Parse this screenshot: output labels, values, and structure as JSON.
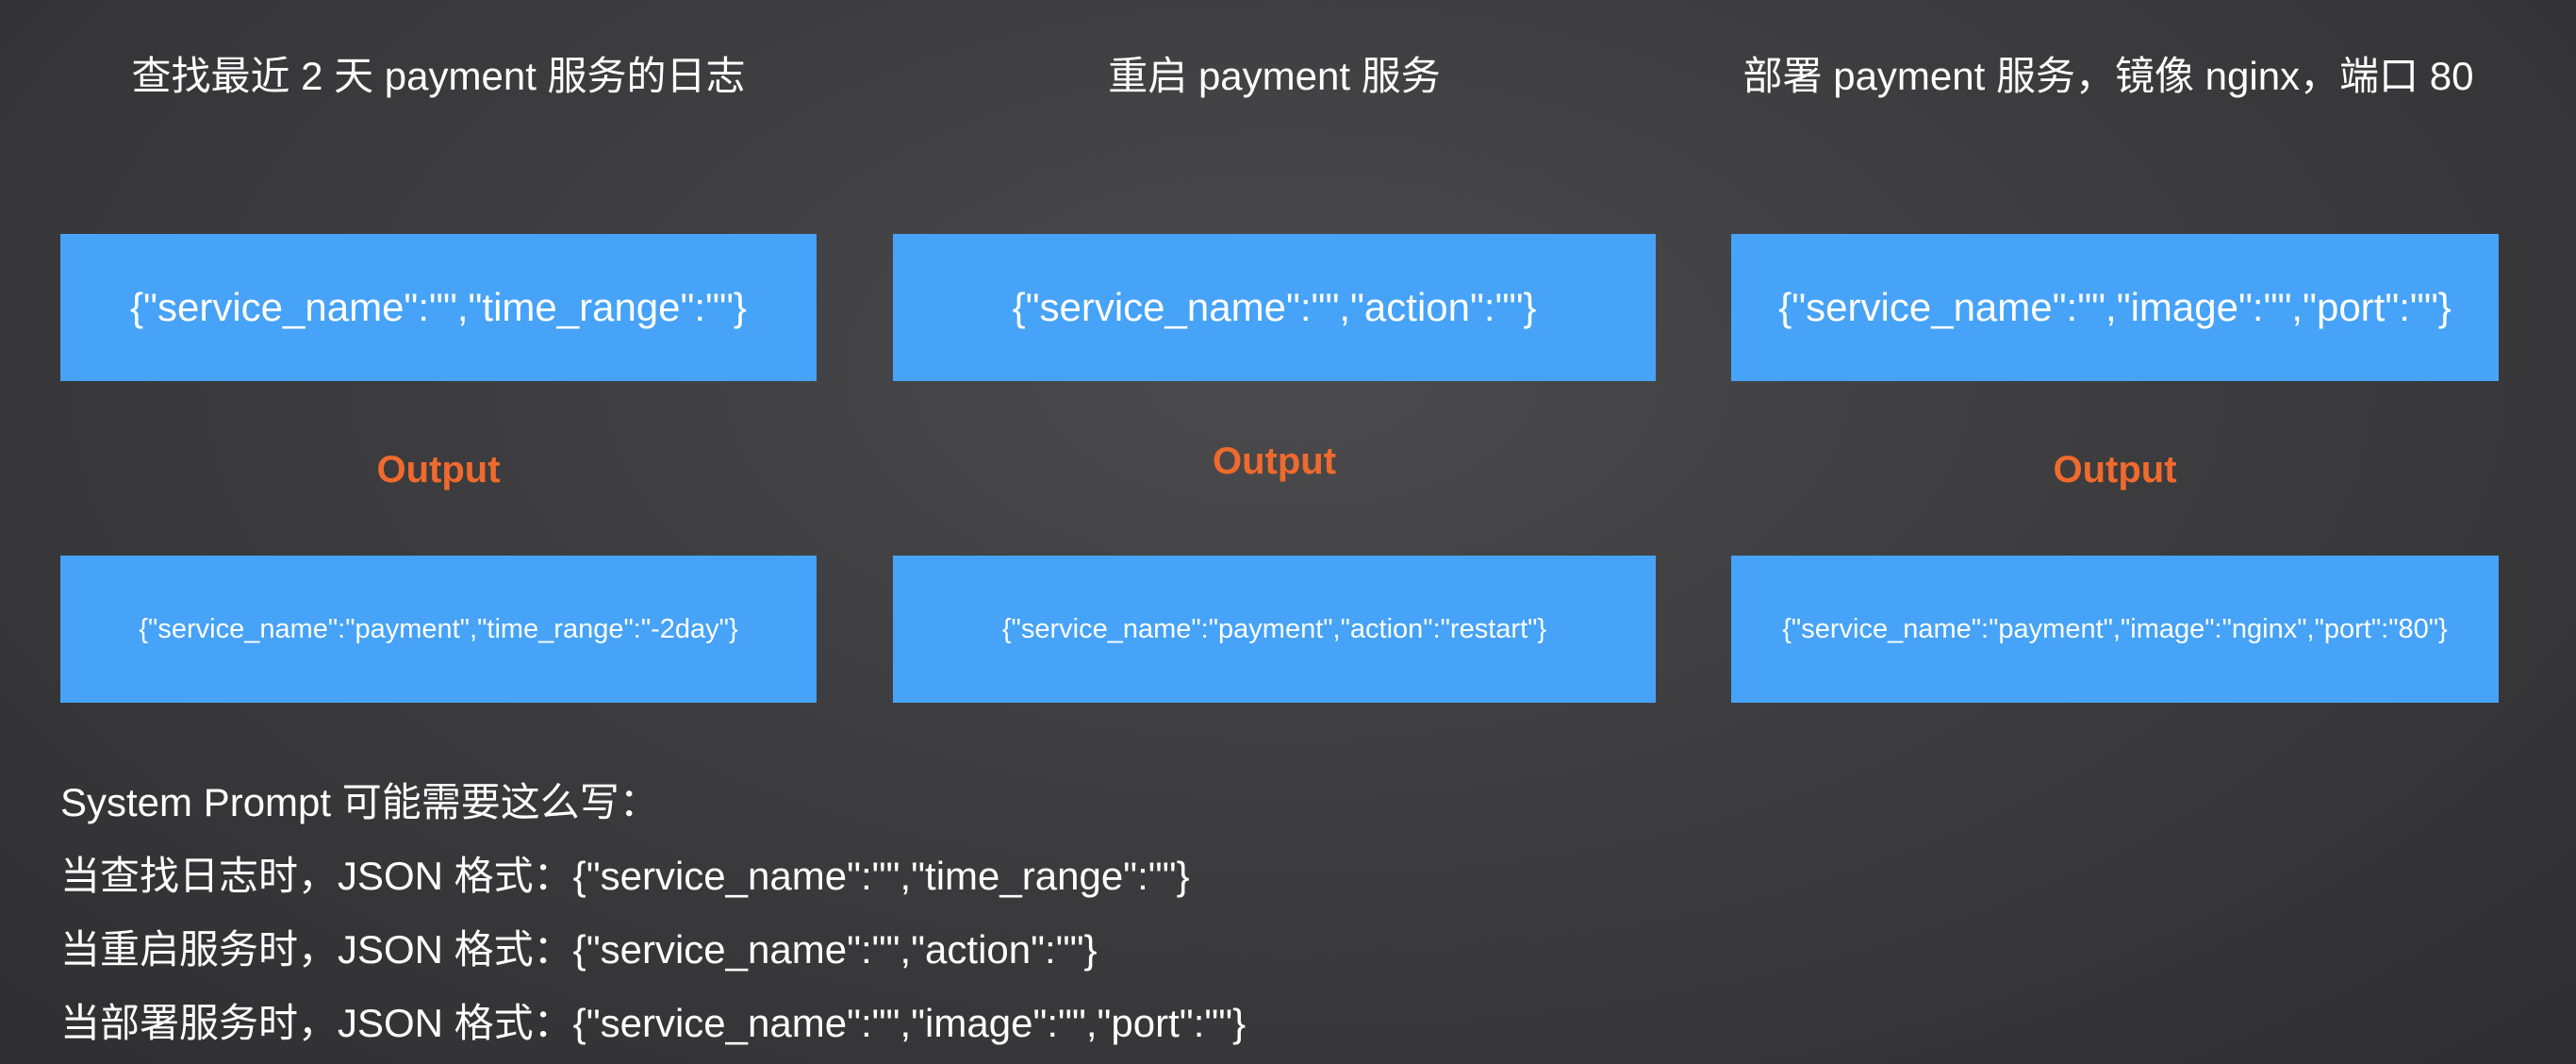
{
  "columns": [
    {
      "heading": "查找最近 2 天 payment 服务的日志",
      "schema": "{\"service_name\":\"\",\"time_range\":\"\"}",
      "output_label": "Output",
      "output": "{\"service_name\":\"payment\",\"time_range\":\"-2day\"}"
    },
    {
      "heading": "重启 payment 服务",
      "schema": "{\"service_name\":\"\",\"action\":\"\"}",
      "output_label": "Output",
      "output": "{\"service_name\":\"payment\",\"action\":\"restart\"}"
    },
    {
      "heading": "部署 payment 服务，镜像 nginx，端口 80",
      "schema": "{\"service_name\":\"\",\"image\":\"\",\"port\":\"\"}",
      "output_label": "Output",
      "output": "{\"service_name\":\"payment\",\"image\":\"nginx\",\"port\":\"80\"}"
    }
  ],
  "system_prompt": {
    "title": "System Prompt 可能需要这么写：",
    "lines": [
      "当查找日志时，JSON 格式：{\"service_name\":\"\",\"time_range\":\"\"}",
      "当重启服务时，JSON 格式：{\"service_name\":\"\",\"action\":\"\"}",
      "当部署服务时，JSON 格式：{\"service_name\":\"\",\"image\":\"\",\"port\":\"\"}"
    ]
  },
  "colors": {
    "box_fill": "#46a3f7",
    "output_label": "#f06a2d",
    "background": "#3d3d3f",
    "text": "#ffffff"
  }
}
